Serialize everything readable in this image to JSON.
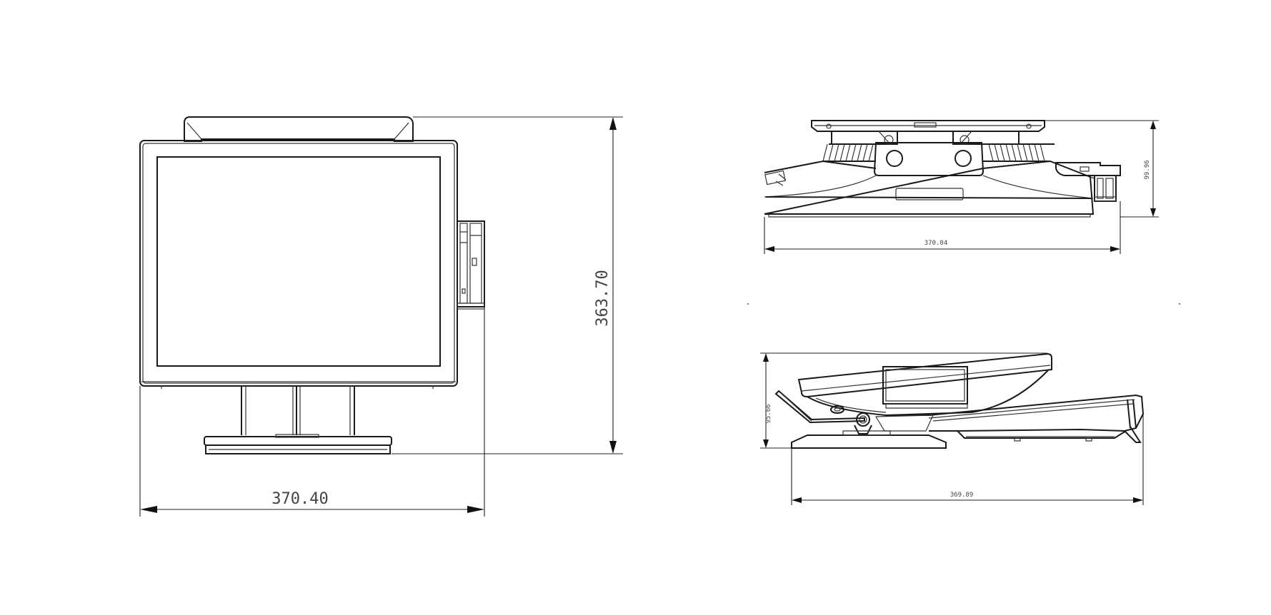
{
  "views": {
    "front": {
      "width_label": "370.40",
      "height_label": "363.70"
    },
    "top": {
      "width_label": "370.04",
      "depth_label": "99.96"
    },
    "side": {
      "width_label": "369.89",
      "height_label": "95.66"
    }
  },
  "colors": {
    "line": "#1a1a1a",
    "background": "#ffffff"
  }
}
